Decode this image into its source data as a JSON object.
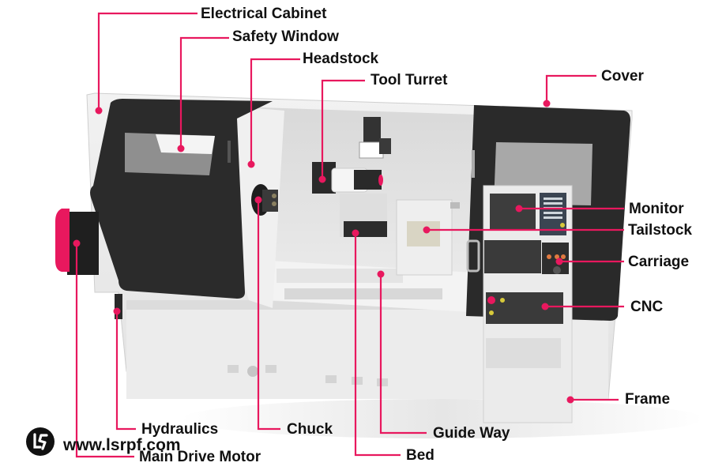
{
  "diagram": {
    "subject": "CNC lathe machine",
    "accent_color": "#e8185e",
    "labels": {
      "electrical_cabinet": "Electrical Cabinet",
      "safety_window": "Safety Window",
      "headstock": "Headstock",
      "tool_turret": "Tool Turret",
      "cover": "Cover",
      "monitor": "Monitor",
      "tailstock": "Tailstock",
      "carriage": "Carriage",
      "cnc": "CNC",
      "frame": "Frame",
      "hydraulics": "Hydraulics",
      "main_drive_motor": "Main Drive Motor",
      "chuck": "Chuck",
      "guide_way": "Guide Way",
      "bed": "Bed"
    }
  },
  "watermark": {
    "logo": "lsrpf-logo-icon",
    "url": "www.lsrpf.com"
  }
}
